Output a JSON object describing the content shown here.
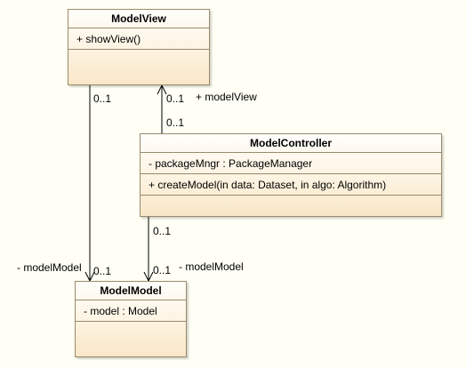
{
  "classes": {
    "model_view": {
      "name": "ModelView",
      "attributes": [],
      "operations": [
        "+ showView()"
      ]
    },
    "model_controller": {
      "name": "ModelController",
      "attributes": [
        "- packageMngr : PackageManager"
      ],
      "operations": [
        "+ createModel(in data: Dataset, in algo: Algorithm)"
      ]
    },
    "model_model": {
      "name": "ModelModel",
      "attributes": [
        "- model : Model"
      ],
      "operations": []
    }
  },
  "associations": {
    "view_to_model": {
      "source_multiplicity": "0..1",
      "target_multiplicity": "0..1",
      "target_role": "- modelModel"
    },
    "controller_to_view": {
      "source_multiplicity": "0..1",
      "target_multiplicity": "0..1",
      "target_role": "+ modelView"
    },
    "controller_to_model": {
      "source_multiplicity": "0..1",
      "target_multiplicity": "0..1",
      "target_role": "- modelModel"
    }
  },
  "colors": {
    "box_border": "#9a8a6a",
    "box_fill_top": "#fffefb",
    "box_fill_bottom": "#f9e7c7",
    "line": "#000000",
    "background": "#fffff5"
  }
}
